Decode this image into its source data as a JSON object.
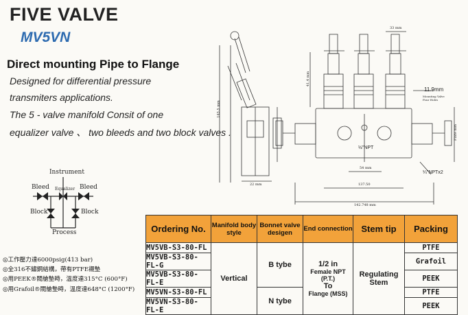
{
  "header": {
    "title": "FIVE VALVE",
    "model": "MV5VN",
    "heading": "Direct mounting Pipe to Flange"
  },
  "description": [
    "Designed for differential pressure",
    "transmiters applications.",
    "The 5 - valve manifold Consit of one",
    "equalizer valve 、 two bleeds and two block valves ."
  ],
  "schematic": {
    "instrument": "Instrument",
    "bleed_left": "Bleed",
    "bleed_right": "Bleed",
    "equalizer": "Equalizer",
    "block_left": "Block",
    "block_right": "Block",
    "process": "Process"
  },
  "specs": [
    "◎工作壓力達6000psig(413 bar)",
    "◎全316不鏽鋼結構，帶有PTFE襯墊",
    "◎用PEEK®閥艙墊時，溫度達315°C (600°F)",
    "◎用Grafoil®閥艙墊時，溫度達648°C (1200°F)"
  ],
  "drawing": {
    "dim_top": "33 mm",
    "dim_11_9": "11.9mm",
    "mounting_note": "Mounting Valve Four Holes",
    "npt_center": "½\"NPT",
    "npt_x2": "¼\"NPTx2",
    "dim_54": "54 mm",
    "dim_137": "137.50",
    "dim_142": "142.748 mm",
    "dim_22": "22 mm",
    "dim_left_v": "143.5 mm",
    "dim_left_v2": "41.4 mm",
    "dim_right_v": "Plate mm"
  },
  "table": {
    "headers": [
      "Ordering No.",
      "Manifold body style",
      "Bonnet valve desigen",
      "End connection",
      "Stem tip",
      "Packing"
    ],
    "ordering_numbers": [
      "MV5VB-S3-80-FL",
      "MV5VB-S3-80-FL-G",
      "MV5VB-S3-80-FL-E",
      "MV5VN-S3-80-FL",
      "MV5VN-S3-80-FL-E"
    ],
    "body_style": "Vertical",
    "bonnet": [
      "B tybe",
      "N tybe"
    ],
    "end_connection": [
      "1/2 in",
      "Female NPT (P.T.)",
      "To",
      "Flange (MSS)"
    ],
    "stem_tip": [
      "Regulating",
      "Stem"
    ],
    "packing": [
      "PTFE",
      "Grafoil",
      "PEEK",
      "PTFE",
      "PEEK"
    ]
  },
  "colors": {
    "header_fill": "#f2a23a",
    "model_blue": "#2d6bb0",
    "line": "#222222"
  }
}
